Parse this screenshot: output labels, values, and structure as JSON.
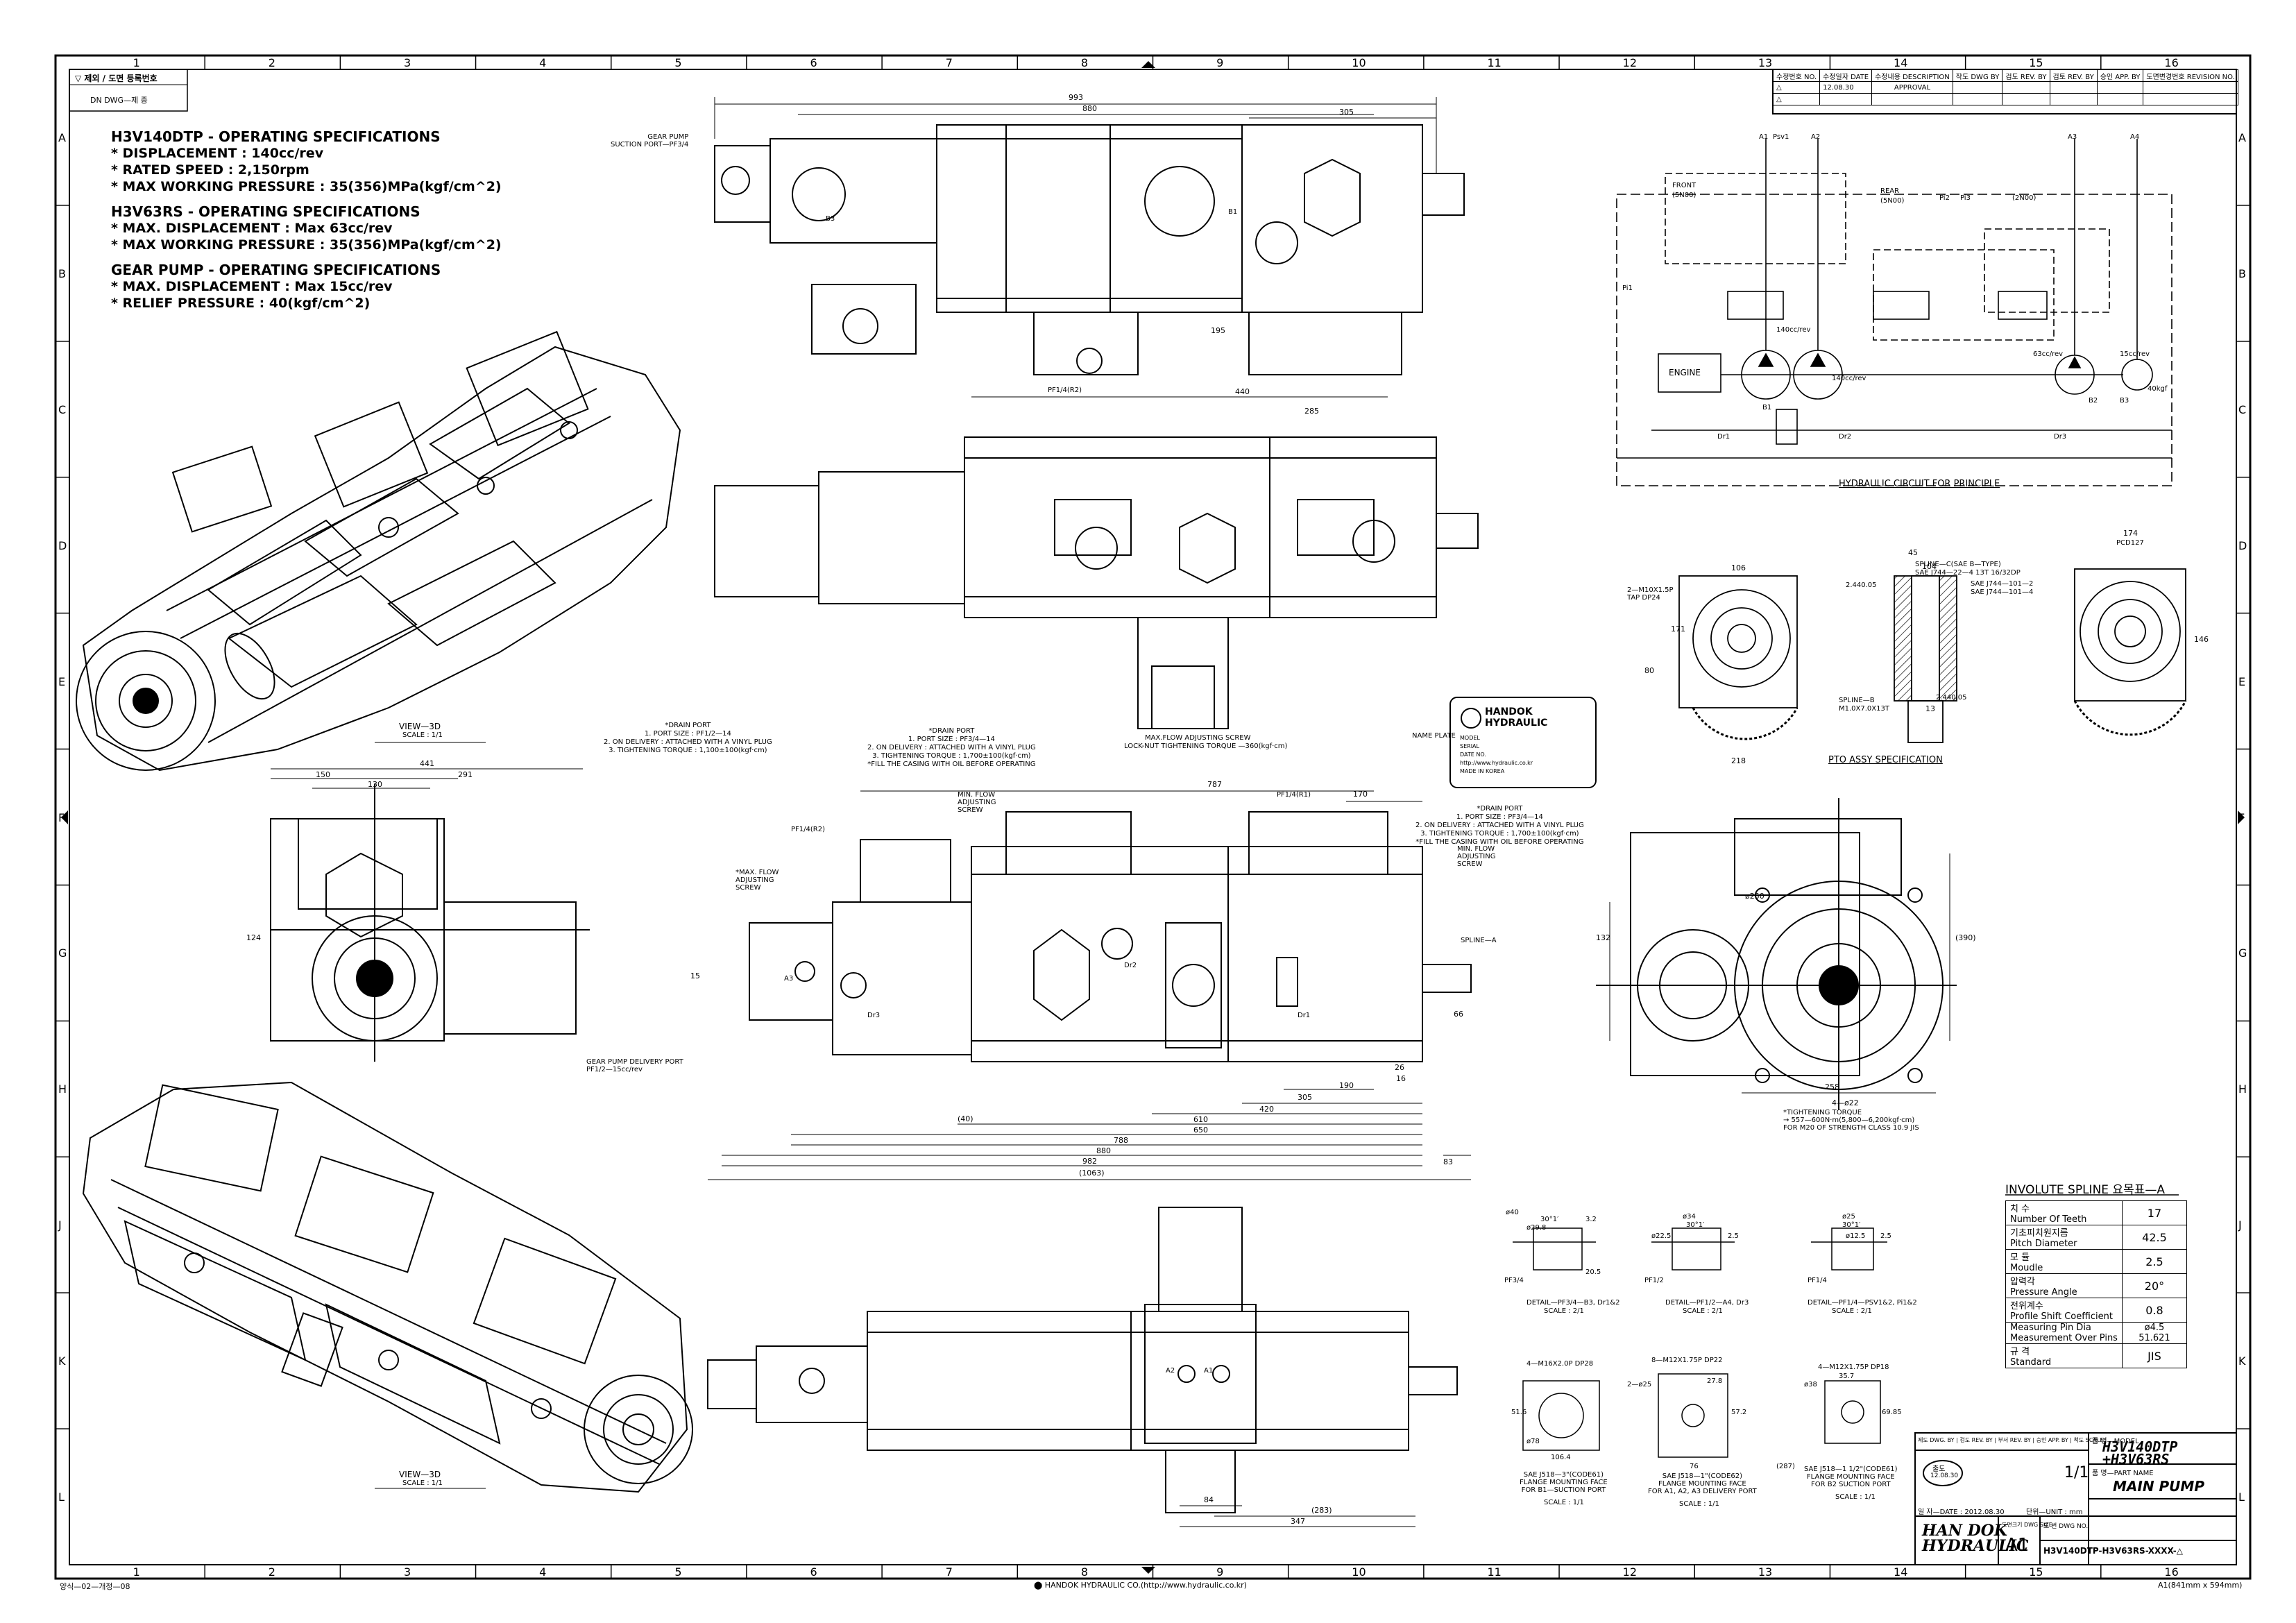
{
  "top_left_stamp": "▽ 제외 / 도면 등록번호",
  "top_left_sub": "DN DWG—제 증",
  "specs": {
    "h3v140_title": "H3V140DTP - OPERATING SPECIFICATIONS",
    "h3v140_lines": [
      "* DISPLACEMENT : 140cc/rev",
      "* RATED SPEED : 2,150rpm",
      "* MAX WORKING PRESSURE : 35(356)MPa(kgf/cm^2)"
    ],
    "h3v63_title": "H3V63RS - OPERATING SPECIFICATIONS",
    "h3v63_lines": [
      "* MAX. DISPLACEMENT : Max 63cc/rev",
      "* MAX WORKING PRESSURE : 35(356)MPa(kgf/cm^2)"
    ],
    "gear_title": "GEAR PUMP - OPERATING SPECIFICATIONS",
    "gear_lines": [
      "* MAX. DISPLACEMENT : Max 15cc/rev",
      "* RELIEF PRESSURE : 40(kgf/cm^2)"
    ]
  },
  "grid": {
    "columns": [
      "1",
      "2",
      "3",
      "4",
      "5",
      "6",
      "7",
      "8",
      "9",
      "10",
      "11",
      "12",
      "13",
      "14",
      "15",
      "16"
    ],
    "rows": [
      "A",
      "B",
      "C",
      "D",
      "E",
      "F",
      "G",
      "H",
      "J",
      "K",
      "L"
    ]
  },
  "revision_table": {
    "headers": [
      "수정번호 NO.",
      "수정일자 DATE",
      "수정내용 DESCRIPTION",
      "작도 DWG BY",
      "검도 REV. BY",
      "검토 REV. BY",
      "승인 APP. BY",
      "도면변경번호 REVISION NO."
    ],
    "rows": [
      [
        "△",
        "12.08.30",
        "APPROVAL",
        "",
        "",
        "",
        "",
        ""
      ],
      [
        "△",
        "",
        "",
        "",
        "",
        "",
        "",
        ""
      ]
    ]
  },
  "circuit": {
    "title": "HYDRAULIC CIRCUIT FOR PRINCIPLE",
    "labels": {
      "front": "FRONT",
      "front_sub": "(5N00)",
      "rear": "REAR",
      "rear_sub": "(5N00)",
      "third": "(2N00)",
      "engine": "ENGINE",
      "p1": "140cc/rev",
      "p2": "140cc/rev",
      "p3": "63cc/rev",
      "p4": "15cc/rev",
      "relief": "40kgf",
      "a1": "A1",
      "a2": "A2",
      "a3": "A3",
      "a4": "A4",
      "psv1": "Psv1",
      "pi2": "Pi2",
      "pi3": "Pi3",
      "pi1": "Pi1",
      "b1": "B1",
      "b2": "B2",
      "b3": "B3",
      "dr1": "Dr1",
      "dr2": "Dr2",
      "dr3": "Dr3"
    }
  },
  "pto": {
    "title": "PTO ASSY SPECIFICATION",
    "spline_c": "SPLINE—C(SAE B—TYPE)",
    "spline_c_sub": "SAE J744—22—4 13T 16/32DP",
    "spline_c_sub2": "SAE J744—101—2",
    "spline_c_sub3": "SAE J744—101—4",
    "spline_b": "SPLINE—B",
    "spline_b_sub": "M1.0X7.0X13T",
    "tap": "2—M10X1.5P TAP DP24",
    "dims": {
      "d106": "106",
      "d171": "171",
      "d80": "80",
      "d218": "218",
      "d104": "104",
      "d45": "45",
      "d174": "174",
      "d146": "146",
      "d2440a": "2.440.05",
      "d2440b": "2.440.05",
      "d13": "13",
      "pcd": "PCD127"
    }
  },
  "drawings": {
    "suction_port": "GEAR PUMP\nSUCTION PORT—PF3/4",
    "pf14_r2": "PF1/4(R2)",
    "top_dims": {
      "d993": "993",
      "d880": "880",
      "d305": "305",
      "d440": "440",
      "d285": "285",
      "d195": "195"
    },
    "view3d_a": "VIEW—3D",
    "view3d_a_scale": "SCALE : 1/1",
    "view3d_b": "VIEW—3D",
    "view3d_b_scale": "SCALE : 1/1",
    "left_view_dims": {
      "d441": "441",
      "d150": "150",
      "d291": "291",
      "d130": "130",
      "d124": "124"
    },
    "drain_note_l": [
      "*DRAIN PORT",
      "1. PORT SIZE : PF1/2—14",
      "2. ON DELIVERY : ATTACHED WITH A VINYL PLUG",
      "3. TIGHTENING TORQUE : 1,100±100(kgf·cm)"
    ],
    "drain_note_m": [
      "*DRAIN PORT",
      "1. PORT SIZE : PF3/4—14",
      "2. ON DELIVERY : ATTACHED WITH A VINYL PLUG",
      "3. TIGHTENING TORQUE : 1,700±100(kgf·cm)",
      "*FILL THE CASING WITH OIL BEFORE OPERATING"
    ],
    "drain_note_m_top": "*FILL THE CASING WITH OIL BEFORE OPERATING",
    "maxflow_note": "MAX.FLOW ADJUSTING SCREW",
    "lock_nut_note": "LOCK-NUT TIGHTENING TORQUE —360(kgf·cm)",
    "min_flow_1": "MIN. FLOW ADJUSTING SCREW",
    "min_flow_2": "MIN. FLOW ADJUSTING SCREW",
    "max_flow_2": "*MAX. FLOW ADJUSTING SCREW",
    "pf14_r2b": "PF1/4(R2)",
    "pf14_r1": "PF1/4(R1)",
    "drain_note_r": [
      "*DRAIN PORT",
      "1. PORT SIZE : PF3/4—14",
      "2. ON DELIVERY : ATTACHED WITH A VINYL PLUG",
      "3. TIGHTENING TORQUE : 1,700±100(kgf·cm)",
      "*FILL THE CASING WITH OIL BEFORE OPERATING"
    ],
    "name_plate": "NAME PLATE",
    "spline_a": "SPLINE—A",
    "gear_delivery": "GEAR PUMP DELIVERY PORT\nPF1/2—15cc/rev",
    "front_dims": {
      "d787": "787",
      "d170": "170",
      "d15": "15",
      "d66": "66",
      "d16": "16",
      "d190": "190",
      "d305": "305",
      "d420": "420",
      "d610": "610",
      "d650": "650",
      "d40": "(40)",
      "d788": "788",
      "d880": "880",
      "d982": "982",
      "d1063": "(1063)",
      "d83": "83",
      "d26": "26"
    },
    "right_view_dims": {
      "d132": "132",
      "d250": "ø250",
      "d258": "258",
      "d390": "(390)",
      "d4m22": "4—ø22",
      "torque": "*TIGHTENING TORQUE\n→ 557—600N·m(5,800—6,200kgf·cm)\nFOR M20 OF STRENGTH CLASS 10.9 JIS"
    },
    "bottom_dims": {
      "d84": "84",
      "d283": "(283)",
      "d347": "347"
    },
    "ports": {
      "dr1": "Dr1",
      "dr2": "Dr2",
      "dr3": "Dr3",
      "a1": "A1",
      "a2": "A2",
      "a3": "A3",
      "b1": "B1",
      "b3": "B3"
    }
  },
  "nameplate": {
    "brand": "HANDOK",
    "brand2": "HYDRAULIC",
    "lines": [
      "MODEL",
      "SERIAL",
      "DATE NO.",
      "http://www.hydraulic.co.kr",
      "MADE IN KOREA"
    ]
  },
  "details": {
    "d1_caption": "DETAIL—PF3/4—B3, Dr1&2",
    "d1_scale": "SCALE : 2/1",
    "d1_dims": [
      "ø40",
      "30°1′",
      "ø29.8",
      "3.2",
      "20.5",
      "PF3/4"
    ],
    "d2_caption": "DETAIL—PF1/2—A4, Dr3",
    "d2_scale": "SCALE : 2/1",
    "d2_dims": [
      "ø34",
      "30°1′",
      "ø22.5",
      "2.5",
      "PF1/2"
    ],
    "d3_caption": "DETAIL—PF1/4—PSV1&2, Pi1&2",
    "d3_scale": "SCALE : 2/1",
    "d3_dims": [
      "ø25",
      "30°1′",
      "ø12.5",
      "2.5",
      "PF1/4"
    ],
    "f1_tap": "4—M16X2.0P DP28",
    "f1_dims": [
      "106.4",
      "ø78",
      "51.6"
    ],
    "f1_caption": "SAE J518—3\"(CODE61)\nFLANGE MOUNTING FACE\nFOR B1—SUCTION PORT",
    "f1_scale": "SCALE : 1/1",
    "f2_tap": "8—M12X1.75P DP22",
    "f2_dims": [
      "2—ø25",
      "27.8",
      "57.2",
      "76",
      "(287)"
    ],
    "f2_caption": "SAE J518—1\"(CODE62)\nFLANGE MOUNTING FACE\nFOR A1, A2, A3 DELIVERY PORT",
    "f2_scale": "SCALE : 1/1",
    "f3_tap": "4—M12X1.75P DP18",
    "f3_dims": [
      "ø38",
      "35.7",
      "69.85"
    ],
    "f3_caption": "SAE J518—1 1/2\"(CODE61)\nFLANGE MOUNTING FACE\nFOR B2 SUCTION PORT",
    "f3_scale": "SCALE : 1/1"
  },
  "spline_table": {
    "title": "INVOLUTE SPLINE 요목표—A",
    "rows": [
      {
        "kr": "치    수",
        "en": "Number Of Teeth",
        "v": "17"
      },
      {
        "kr": "기초피치원지름",
        "en": "Pitch Diameter",
        "v": "42.5"
      },
      {
        "kr": "모    듈",
        "en": "Moudle",
        "v": "2.5"
      },
      {
        "kr": "압력각",
        "en": "Pressure Angle",
        "v": "20°"
      },
      {
        "kr": "전위계수",
        "en": "Profile Shift Coefficient",
        "v": "0.8"
      },
      {
        "kr": "Measuring Pin Dia",
        "en": "Measurement Over Pins",
        "v": "ø4.5\n51.621"
      },
      {
        "kr": "규    격",
        "en": "Standard",
        "v": "JIS"
      }
    ]
  },
  "title_block": {
    "hdr": [
      "제도 DWG. BY",
      "검도 REV. BY",
      "부서 REV. BY",
      "승인 APP. BY",
      "척도 SCALE"
    ],
    "stamp": "출도",
    "stamp_date": "12.08.30",
    "scale": "1/1",
    "model_label": "품 명—MODEL",
    "model": "H3V140DTP\n+H3V63RS",
    "part_label": "품 명—PART NAME",
    "part": "MAIN PUMP",
    "date_label": "일 자—DATE : 2012.08.30",
    "unit_label": "단위—UNIT : mm",
    "company": "HAN DOK\nHYDRAULIC",
    "size_label": "도면크기 DWG SIZE",
    "size": "A1",
    "no_label": "도 번 DWG NO.",
    "dwg_no": "H3V140DTP-H3V63RS-XXXX-△"
  },
  "footer": {
    "left": "양식—02—개정—08",
    "center": "⬤ HANDOK HYDRAULIC CO.(http://www.hydraulic.co.kr)",
    "right": "A1(841mm x 594mm)"
  }
}
